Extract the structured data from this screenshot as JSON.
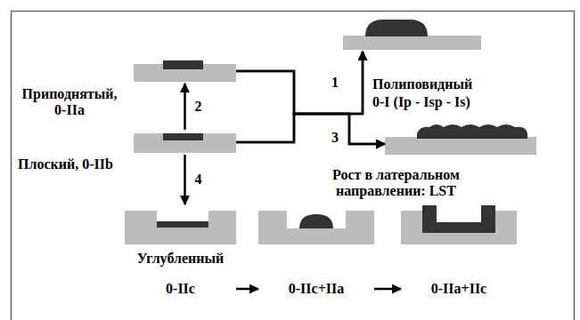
{
  "diagram": {
    "nodes": [
      {
        "text": [
          "Полиповидный",
          "0-I (Ip - Isp - Is)"
        ]
      },
      {
        "text": [
          "Приподнятый, 0-IIa"
        ]
      },
      {
        "text": [
          "Плоский, 0-IIb"
        ]
      },
      {
        "text": [
          "Рост в латеральном направлении: LST"
        ]
      },
      {
        "text": [
          "Углубленный",
          "0-IIc"
        ]
      },
      {
        "text": [
          "0-IIc+IIa"
        ]
      },
      {
        "text": [
          "0-IIa+IIc"
        ]
      }
    ],
    "edges": [
      {
        "from": 2,
        "to": 1,
        "arrow": "to",
        "label": "2"
      },
      {
        "from": 1,
        "to": 0,
        "arrow": "to"
      },
      {
        "from": 2,
        "to": 0,
        "arrow": "to"
      },
      {
        "from": 1,
        "to": 3,
        "arrow": "to"
      },
      {
        "from": 2,
        "to": 3,
        "arrow": "to"
      },
      {
        "from": 2,
        "to": 4,
        "arrow": "to",
        "label": "4"
      },
      {
        "from": 4,
        "to": 5,
        "arrow": "to"
      },
      {
        "from": 5,
        "to": 6,
        "arrow": "to"
      }
    ],
    "labels": [
      "1",
      "3"
    ]
  }
}
